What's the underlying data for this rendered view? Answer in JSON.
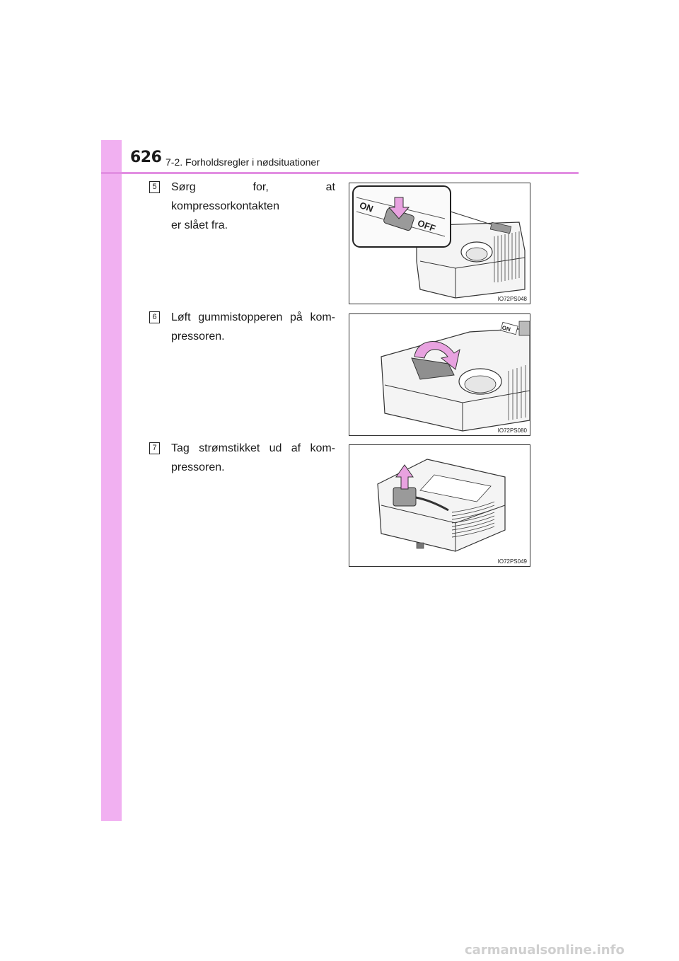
{
  "header": {
    "page_number": "626",
    "section": "7-2. Forholdsregler i nødsituationer"
  },
  "steps": [
    {
      "number": "5",
      "lines": [
        "Sørg for, at kompressorkontakten",
        "er slået fra."
      ],
      "figure": {
        "code": "IO72PS048",
        "labels": {
          "on": "ON",
          "off": "OFF"
        }
      }
    },
    {
      "number": "6",
      "lines": [
        "Løft gummistopperen på kom-",
        "pressoren."
      ],
      "figure": {
        "code": "IO72PS080",
        "labels": {
          "on": "ON"
        }
      }
    },
    {
      "number": "7",
      "lines": [
        "Tag strømstikket ud af kom-",
        "pressoren."
      ],
      "figure": {
        "code": "IO72PS049"
      }
    }
  ],
  "watermark": "carmanualsonline.info",
  "colors": {
    "accent_bar": "#f1b0f1",
    "accent_rule": "#e28fe2",
    "arrow": "#e8a2e0"
  }
}
